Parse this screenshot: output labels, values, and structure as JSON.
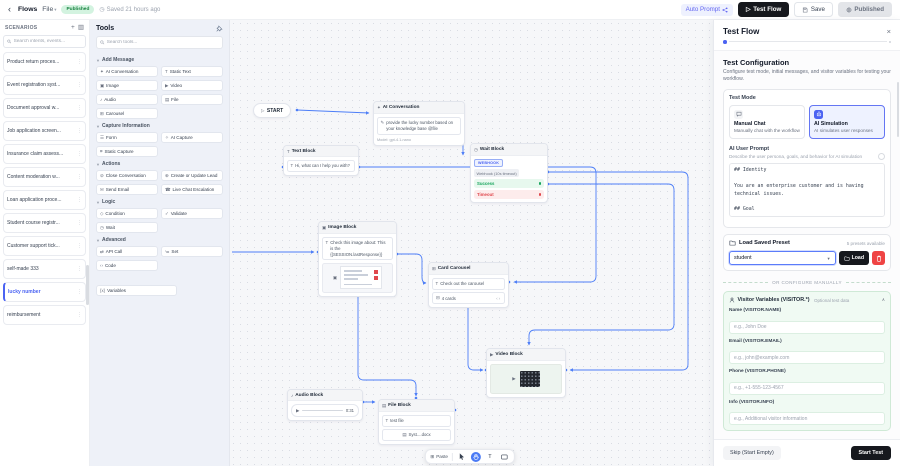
{
  "topbar": {
    "back": "‹",
    "flows": "Flows",
    "file": "File",
    "published_badge": "Published",
    "saved": "Saved 21 hours ago",
    "auto_prompt": "Auto Prompt",
    "test_flow": "Test Flow",
    "save": "Save",
    "published_btn": "Published"
  },
  "scenarios": {
    "title": "SCENARIOS",
    "search_placeholder": "Search intents, events...",
    "items": [
      {
        "label": "Product return proces...",
        "active": false
      },
      {
        "label": "Event registration syst...",
        "active": false
      },
      {
        "label": "Document approval w...",
        "active": false
      },
      {
        "label": "Job application screen...",
        "active": false
      },
      {
        "label": "Insurance claim assess...",
        "active": false
      },
      {
        "label": "Content moderation w...",
        "active": false
      },
      {
        "label": "Loan application proce...",
        "active": false
      },
      {
        "label": "Student course registr...",
        "active": false
      },
      {
        "label": "Customer support tick...",
        "active": false
      },
      {
        "label": "self-made 333",
        "active": false
      },
      {
        "label": "lucky number",
        "active": true
      },
      {
        "label": "reimbursement",
        "active": false
      }
    ]
  },
  "tools": {
    "title": "Tools",
    "search_placeholder": "Search tools...",
    "sections": [
      {
        "label": "Add Message",
        "items": [
          {
            "label": "AI Conversation",
            "icon": "✦"
          },
          {
            "label": "Static Text",
            "icon": "T"
          },
          {
            "label": "Image",
            "icon": "▣"
          },
          {
            "label": "Video",
            "icon": "▶"
          },
          {
            "label": "Audio",
            "icon": "♪"
          },
          {
            "label": "File",
            "icon": "▤"
          },
          {
            "label": "Carousel",
            "icon": "⊞"
          }
        ]
      },
      {
        "label": "Capture Information",
        "items": [
          {
            "label": "Form",
            "icon": "☰"
          },
          {
            "label": "AI Capture",
            "icon": "✧"
          },
          {
            "label": "Static Capture",
            "icon": "⌗"
          }
        ]
      },
      {
        "label": "Actions",
        "items": [
          {
            "label": "Close Conversation",
            "icon": "⊘"
          },
          {
            "label": "Create or Update Lead",
            "icon": "⊕"
          },
          {
            "label": "Send Email",
            "icon": "✉"
          },
          {
            "label": "Live Chat Escalation",
            "icon": "☎"
          }
        ]
      },
      {
        "label": "Logic",
        "items": [
          {
            "label": "Condition",
            "icon": "◇"
          },
          {
            "label": "Validate",
            "icon": "✓"
          },
          {
            "label": "Wait",
            "icon": "◷"
          }
        ]
      },
      {
        "label": "Advanced",
        "items": [
          {
            "label": "API Call",
            "icon": "⇄"
          },
          {
            "label": "Set",
            "icon": "≔"
          },
          {
            "label": "Code",
            "icon": "‹›"
          }
        ]
      }
    ],
    "variables": {
      "label": "Variables",
      "icon": "{x}"
    }
  },
  "canvas": {
    "nodes": {
      "start": {
        "label": "START"
      },
      "ai": {
        "title": "AI Conversation",
        "body": "provide the lucky number based on your knowledge base @file",
        "footer": "Model: gpt-4.1-nano"
      },
      "text": {
        "title": "Text Block",
        "body": "Hi, what can I help you with?"
      },
      "wait": {
        "title": "Wait Block",
        "badge": "WEBHOOK",
        "meta": "Webhook (10s timeout)",
        "success": "Success",
        "timeout": "Timeout"
      },
      "image": {
        "title": "Image Block",
        "body": "Check this image about: This is the {{SESSION.lastResponse}}"
      },
      "carousel": {
        "title": "Card Carousel",
        "body": "Check out the carousel",
        "meta": "4 cards"
      },
      "video": {
        "title": "Video Block"
      },
      "audio": {
        "title": "Audio Block",
        "duration": "0:31"
      },
      "file": {
        "title": "File Block",
        "body": "test file",
        "file": "Syst....docx"
      }
    },
    "toolbar": {
      "paste": "Paste",
      "text_tool": "T"
    }
  },
  "test_panel": {
    "title": "Test Flow",
    "heading": "Test Configuration",
    "description": "Configure test mode, initial messages, and visitor variables for testing your workflow.",
    "test_mode": {
      "label": "Test Mode",
      "manual": {
        "title": "Manual Chat",
        "desc": "Manually chat with the workflow"
      },
      "ai": {
        "title": "AI Simulation",
        "desc": "AI simulates user responses"
      }
    },
    "ai_prompt": {
      "label": "AI User Prompt",
      "desc": "Describe the user persona, goals, and behavior for AI simulation",
      "value": "## Identity\n\nYou are an enterprise customer and is having technical issues.\n\n## Goal"
    },
    "preset": {
      "label": "Load Saved Preset",
      "available": "5 presets available",
      "selected": "student",
      "load_btn": "Load"
    },
    "divider": "OR CONFIGURE MANUALLY",
    "visitor": {
      "title": "Visitor Variables (VISITOR.*)",
      "hint": "Optional test data",
      "fields": [
        {
          "label": "Name (VISITOR.NAME)",
          "placeholder": "e.g., John Doe"
        },
        {
          "label": "Email (VISITOR.EMAIL)",
          "placeholder": "e.g., john@example.com"
        },
        {
          "label": "Phone (VISITOR.PHONE)",
          "placeholder": "e.g., +1-555-123-4567"
        },
        {
          "label": "Info (VISITOR.INFO)",
          "placeholder": "e.g., Additional visitor information"
        }
      ]
    },
    "footer": {
      "skip": "Skip (Start Empty)",
      "start": "Start Test"
    }
  }
}
